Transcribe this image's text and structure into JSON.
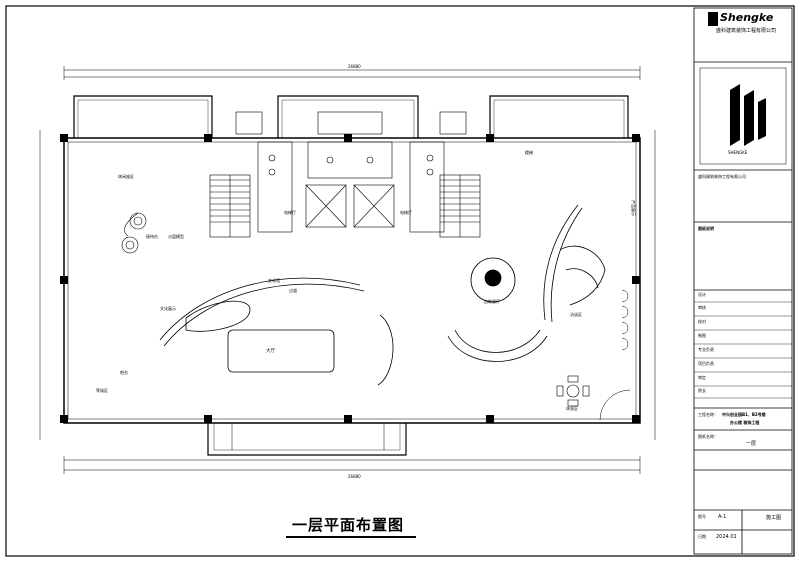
{
  "drawing": {
    "title": "一层平面布置图",
    "overall_dimension_top": "26880",
    "overall_dimension_bottom": "26880"
  },
  "rooms": {
    "hall": "大厅",
    "reception_left": "休闲座区",
    "culture_display": "文化展示",
    "dining_hall": "自助餐厅",
    "culture_wall": "文化墙",
    "passage": "过道",
    "lounge": "吧台",
    "waiting": "等候区",
    "elevator_hall_1": "电梯厅",
    "elevator_hall_2": "电梯厅",
    "stair": "楼梯",
    "seats": "洽谈区",
    "reception_desk": "接待台",
    "model": "沙盘模型",
    "right_bottom": "休息区",
    "display_right": "产品展示"
  },
  "title_block": {
    "logo": "Shengke",
    "company": "盛科建筑装饰工程有限公司",
    "company_en": "SHENGKE",
    "note_header": "图纸说明",
    "project_label": "工程名称：",
    "project_name": "中兴创业园B1、B2号楼",
    "project_sub": "办公楼 装饰工程",
    "drawing_name_label": "图纸名称：",
    "drawing_name": "一层",
    "sheet_label": "图号",
    "sheet_no": "A-1",
    "stage": "施工图",
    "date_label": "日期",
    "date": "2024.01",
    "rows": [
      "设计",
      "审核",
      "校对",
      "制图",
      "专业负责",
      "项目负责",
      "审定",
      "院长"
    ]
  },
  "colors": {
    "line": "#000000",
    "background": "#ffffff"
  }
}
